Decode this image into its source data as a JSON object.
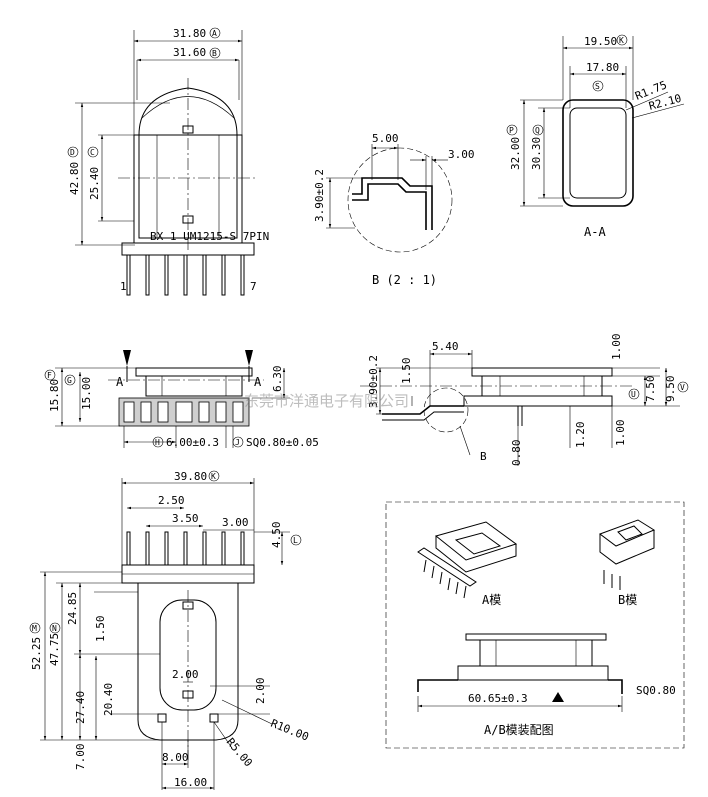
{
  "top_view": {
    "dims": {
      "width_outer": "31.80",
      "width_inner": "31.60",
      "height_total": "42.80",
      "height_body": "25.40"
    },
    "markers": {
      "width_outer": "A",
      "width_inner": "B",
      "height_total": "D",
      "height_body": "C"
    },
    "label_text": "BX 1 UM1215-S 7PIN",
    "pin_first": "1",
    "pin_last": "7"
  },
  "detail_b": {
    "dims": {
      "width": "5.00",
      "gap": "3.00",
      "height": "3.90±0.2"
    },
    "caption": "B (2 : 1)"
  },
  "section_aa": {
    "dims": {
      "outer_w": "19.50",
      "inner_w": "17.80",
      "outer_h": "32.00",
      "inner_h": "30.30",
      "r_inner": "R1.75",
      "r_outer": "R2.10"
    },
    "markers": {
      "outer_w": "K",
      "inner_w": "S",
      "outer_h": "P",
      "inner_h": "Q"
    },
    "caption": "A-A"
  },
  "front_view": {
    "dims": {
      "h_total": "15.80",
      "h_inner": "15.00",
      "top": "6.30",
      "pin_pitch": "6.00±0.3",
      "pin_sq": "SQ0.80±0.05"
    },
    "markers": {
      "h_total": "F",
      "h_inner": "G",
      "pin_pitch": "H",
      "pin_sq": "J"
    },
    "section_label": "A"
  },
  "side_view": {
    "dims": {
      "h_pin": "3.90±0.2",
      "offset": "5.40",
      "step": "1.50",
      "flange_top": "1.00",
      "h1": "7.50",
      "h2": "9.50",
      "d1": "1.20",
      "d2": "1.00",
      "d3": "0.80"
    },
    "markers": {
      "h1": "U",
      "h2": "V"
    },
    "detail_ref": "B"
  },
  "bottom_view": {
    "dims": {
      "width": "39.80",
      "pitch_a": "2.50",
      "pitch_b": "3.50",
      "pitch_c": "3.00",
      "top_offset": "4.50",
      "h_total": "52.25",
      "h_mid": "47.75",
      "h_24": "24.85",
      "h_150": "1.50",
      "h_2740": "27.40",
      "h_2040": "20.40",
      "h_700": "7.00",
      "slot": "2.00",
      "slot_side": "2.00",
      "w_800": "8.00",
      "w_1600": "16.00",
      "r10": "R10.00",
      "r5": "R5.00"
    },
    "markers": {
      "width": "K",
      "top_offset": "L",
      "h_total": "M",
      "h_mid": "N"
    }
  },
  "assembly": {
    "label_a": "A模",
    "label_b": "B模",
    "dim": "60.65±0.3",
    "sq": "SQ0.80",
    "caption": "A/B模装配图"
  },
  "watermark": "东莞市洋通电子有限公司"
}
